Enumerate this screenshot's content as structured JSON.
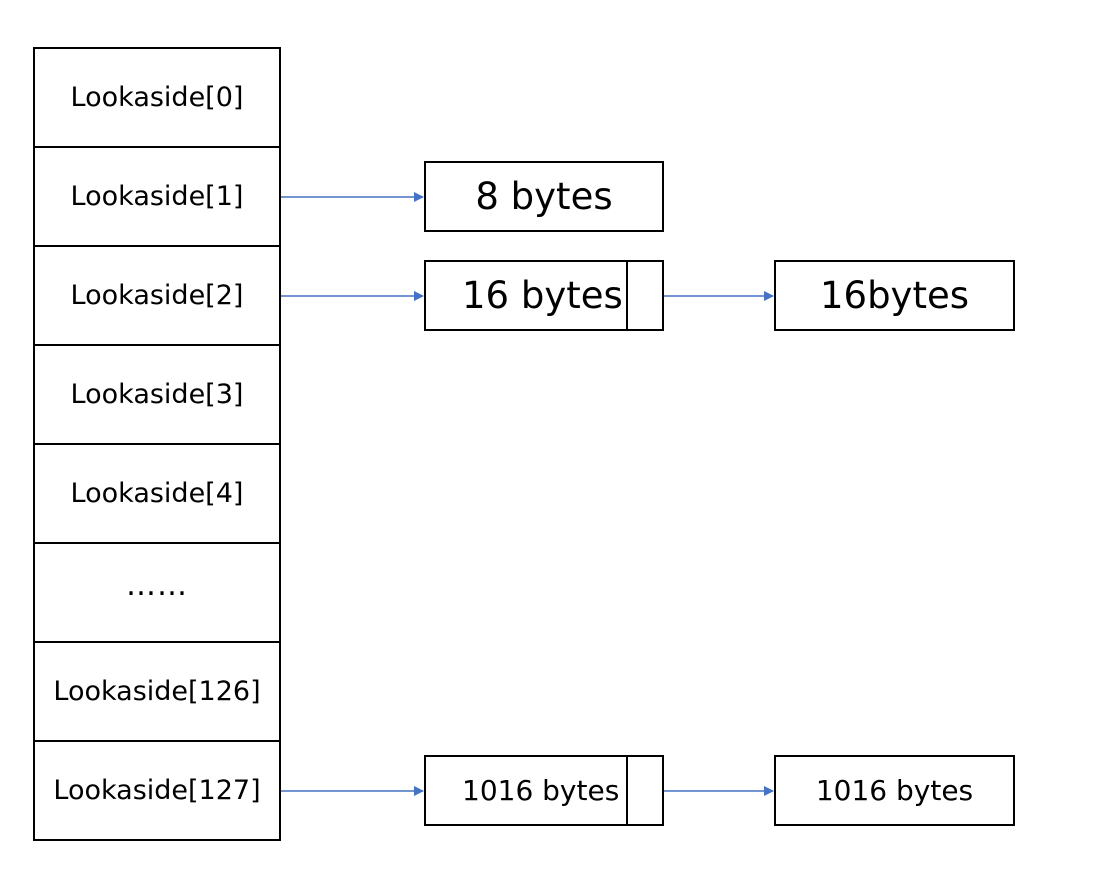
{
  "lookaside_list": [
    "Lookaside[0]",
    "Lookaside[1]",
    "Lookaside[2]",
    "Lookaside[3]",
    "Lookaside[4]",
    "……",
    "Lookaside[126]",
    "Lookaside[127]"
  ],
  "chunks": {
    "entry1_first": "8 bytes",
    "entry2_first": "16 bytes",
    "entry2_second": "16bytes",
    "entry127_first": "1016 bytes",
    "entry127_second": "1016 bytes"
  },
  "colors": {
    "arrow": "#4472C4",
    "border": "#000000",
    "background": "#FFFFFF"
  }
}
